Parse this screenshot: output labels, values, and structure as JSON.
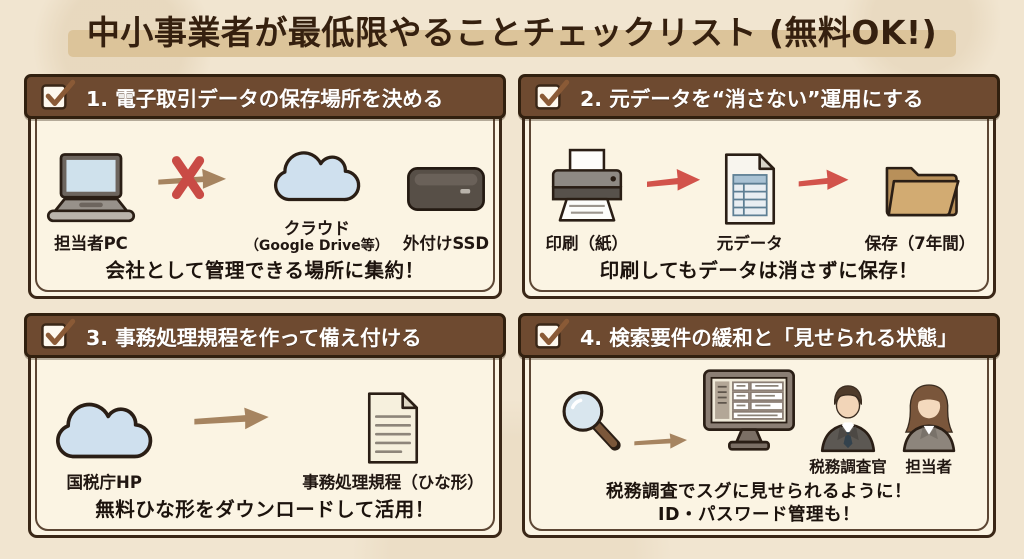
{
  "title": "中小事業者が最低限やることチェックリスト (無料OK!)",
  "colors": {
    "page_background": "#f1e5d0",
    "title_text": "#35200f",
    "title_highlight_band": "#dcc49a",
    "panel_background": "#fbf4e3",
    "panel_border": "#3a2717",
    "banner_background": "#6e4a30",
    "banner_text": "#ffffff",
    "check_mark": "#8a5a36",
    "red_accent": "#c94b45",
    "brown_arrow": "#a68460",
    "cloud_fill": "#cfe0ee",
    "folder_fill": "#d2ab72"
  },
  "panels": [
    {
      "heading": "1. 電子取引データの保存場所を決める",
      "items": [
        {
          "label": "担当者PC"
        },
        {
          "label": "クラウド",
          "sub": "（Google Drive等）"
        },
        {
          "label": "外付けSSD"
        }
      ],
      "footer": "会社として管理できる場所に集約！"
    },
    {
      "heading": "2. 元データを“消さない”運用にする",
      "items": [
        {
          "label": "印刷（紙）"
        },
        {
          "label": "元データ"
        },
        {
          "label": "保存（7年間）"
        }
      ],
      "footer": "印刷してもデータは消さずに保存！"
    },
    {
      "heading": "3. 事務処理規程を作って備え付ける",
      "items": [
        {
          "label": "国税庁HP"
        },
        {
          "label": "事務処理規程（ひな形）"
        }
      ],
      "footer": "無料ひな形をダウンロードして活用！"
    },
    {
      "heading": "4. 検索要件の緩和と「見せられる状態」",
      "items": [
        {
          "label": "税務調査官"
        },
        {
          "label": "担当者"
        }
      ],
      "footer_line1": "税務調査でスグに見せられるように！",
      "footer_line2": "ID・パスワード管理も！"
    }
  ]
}
